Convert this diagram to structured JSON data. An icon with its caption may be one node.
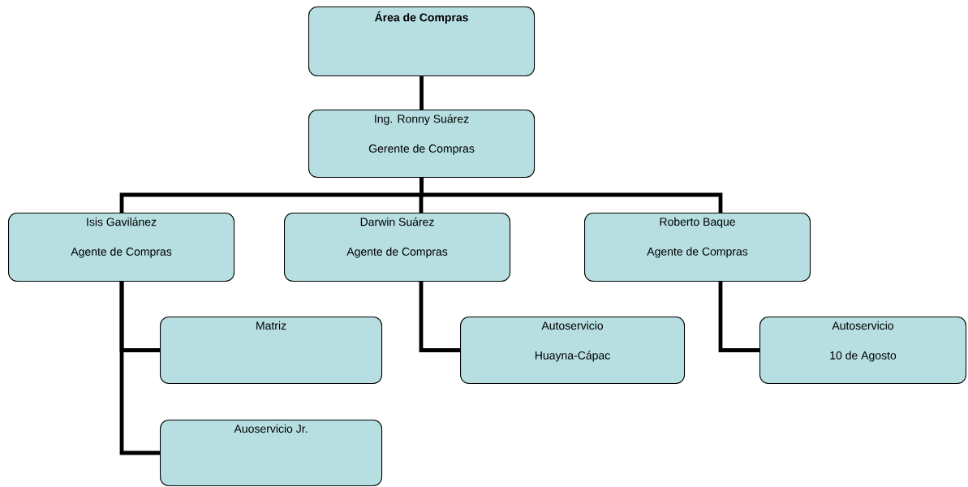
{
  "diagram": {
    "nodes": [
      {
        "text": [
          "Área de Compras"
        ]
      },
      {
        "text": [
          "Ing. Ronny Suárez",
          "Gerente de Compras"
        ]
      },
      {
        "text": [
          "Isis Gavilánez",
          "Agente de Compras"
        ]
      },
      {
        "text": [
          "Darwin Suárez",
          "Agente de Compras"
        ]
      },
      {
        "text": [
          "Roberto Baque",
          "Agente de Compras"
        ]
      },
      {
        "text": [
          "Matriz"
        ]
      },
      {
        "text": [
          "Auoservicio Jr."
        ]
      },
      {
        "text": [
          "Autoservicio",
          "Huayna-Cápac"
        ]
      },
      {
        "text": [
          "Autoservicio",
          "10 de Agosto"
        ]
      }
    ],
    "edges": [
      {
        "from": 0,
        "to": 1,
        "arrow": "none"
      },
      {
        "from": 1,
        "to": 2,
        "arrow": "none"
      },
      {
        "from": 1,
        "to": 3,
        "arrow": "none"
      },
      {
        "from": 1,
        "to": 4,
        "arrow": "none"
      },
      {
        "from": 2,
        "to": 5,
        "arrow": "none"
      },
      {
        "from": 2,
        "to": 6,
        "arrow": "none"
      },
      {
        "from": 3,
        "to": 7,
        "arrow": "none"
      },
      {
        "from": 4,
        "to": 8,
        "arrow": "none"
      }
    ]
  }
}
